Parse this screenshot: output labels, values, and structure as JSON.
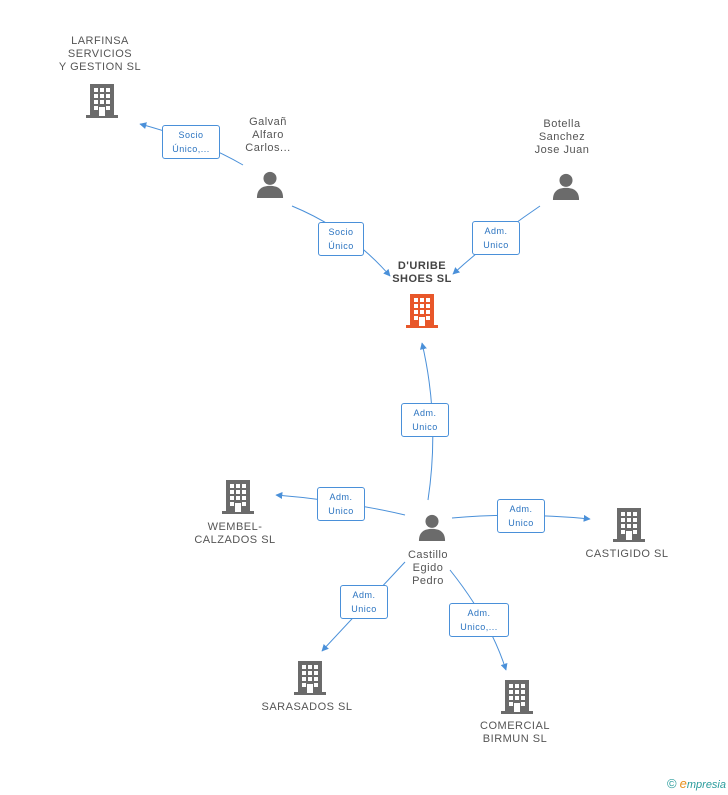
{
  "colors": {
    "edge": "#4a90d9",
    "icon_company": "#6b6b6b",
    "icon_company_focus": "#e8572a",
    "icon_person": "#6b6b6b"
  },
  "nodes": {
    "larfinsa": {
      "line1": "LARFINSA",
      "line2": "SERVICIOS",
      "line3": "Y GESTION SL",
      "icon": "building-icon"
    },
    "galvan": {
      "line1": "Galvañ",
      "line2": "Alfaro",
      "line3": "Carlos...",
      "icon": "person-icon"
    },
    "botella": {
      "line1": "Botella",
      "line2": "Sanchez",
      "line3": "Jose Juan",
      "icon": "person-icon"
    },
    "duribe": {
      "line1": "D'URIBE",
      "line2": "SHOES SL",
      "icon": "building-icon"
    },
    "castillo": {
      "line1": "Castillo",
      "line2": "Egido",
      "line3": "Pedro",
      "icon": "person-icon"
    },
    "wembel": {
      "line1": "WEMBEL-",
      "line2": "CALZADOS SL",
      "icon": "building-icon"
    },
    "castigido": {
      "line1": "CASTIGIDO SL",
      "icon": "building-icon"
    },
    "sarasados": {
      "line1": "SARASADOS SL",
      "icon": "building-icon"
    },
    "comercial": {
      "line1": "COMERCIAL",
      "line2": "BIRMUN SL",
      "icon": "building-icon"
    }
  },
  "relations": {
    "galvan_larfinsa": {
      "line1": "Socio",
      "line2": "Único,..."
    },
    "galvan_duribe": {
      "line1": "Socio",
      "line2": "Único"
    },
    "botella_duribe": {
      "line1": "Adm.",
      "line2": "Unico"
    },
    "castillo_duribe": {
      "line1": "Adm.",
      "line2": "Unico"
    },
    "castillo_wembel": {
      "line1": "Adm.",
      "line2": "Unico"
    },
    "castillo_castigido": {
      "line1": "Adm.",
      "line2": "Unico"
    },
    "castillo_sarasados": {
      "line1": "Adm.",
      "line2": "Unico"
    },
    "castillo_comercial": {
      "line1": "Adm.",
      "line2": "Unico,..."
    }
  },
  "footer": {
    "copyright": "©",
    "brand_e": "e",
    "brand_rest": "mpresia"
  }
}
